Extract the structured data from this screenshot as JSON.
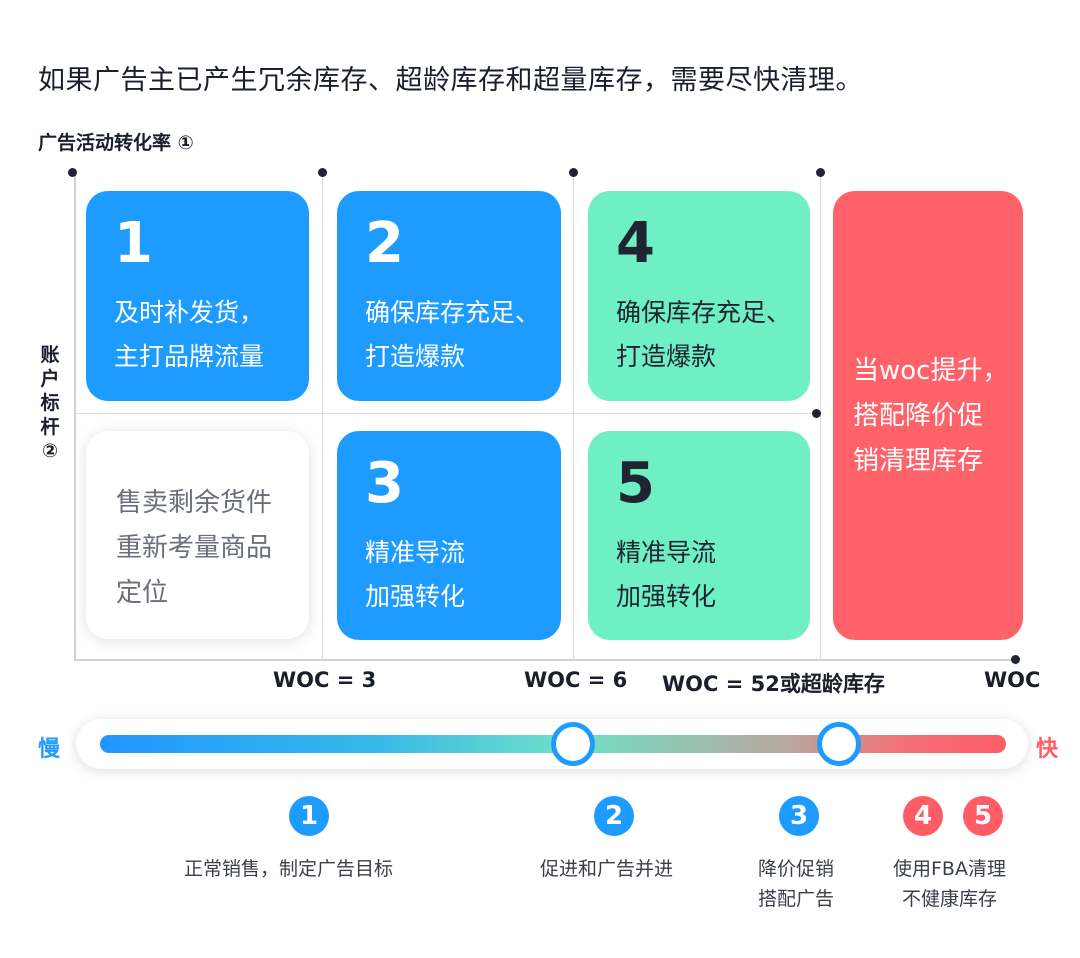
{
  "headline": "如果广告主已产生冗余库存、超龄库存和超量库存，需要尽快清理。",
  "y_axis_label": "广告活动转化率 ①",
  "x_axis_label_side": [
    "账",
    "户",
    "标",
    "杆",
    "②"
  ],
  "cards": {
    "card1": {
      "num": "1",
      "line1": "及时补发货，",
      "line2": "主打品牌流量",
      "color": "#1e9bff"
    },
    "card2": {
      "num": "2",
      "line1": "确保库存充足、",
      "line2": "打造爆款",
      "color": "#1e9bff"
    },
    "card4": {
      "num": "4",
      "line1": "确保库存充足、",
      "line2": "打造爆款",
      "color": "#6eefc4"
    },
    "card_red": {
      "line1": "当woc提升，",
      "line2": "搭配降价促",
      "line3": "销清理库存",
      "color": "#ff6269"
    },
    "card_white": {
      "line1": "售卖剩余货件",
      "line2": "重新考量商品",
      "line3": "定位"
    },
    "card3": {
      "num": "3",
      "line1": "精准导流",
      "line2": "加强转化",
      "color": "#1e9bff"
    },
    "card5": {
      "num": "5",
      "line1": "精准导流",
      "line2": "加强转化",
      "color": "#6eefc4"
    }
  },
  "x_ticks": {
    "woc3": "WOC = 3",
    "woc6": "WOC = 6",
    "woc52": "WOC = 52或超龄库存",
    "woc": "WOC"
  },
  "speed": {
    "slow": "慢",
    "fast": "快"
  },
  "steps": {
    "s1": {
      "badge": "1",
      "text": "正常销售，制定广告目标"
    },
    "s2": {
      "badge": "2",
      "text": "促进和广告并进"
    },
    "s3": {
      "badge": "3",
      "line1": "降价促销",
      "line2": "搭配广告"
    },
    "s45": {
      "badge4": "4",
      "badge5": "5",
      "line1": "使用FBA清理",
      "line2": "不健康库存"
    }
  },
  "colors": {
    "blue": "#1e9bff",
    "green": "#6eefc4",
    "red": "#ff5c66"
  }
}
